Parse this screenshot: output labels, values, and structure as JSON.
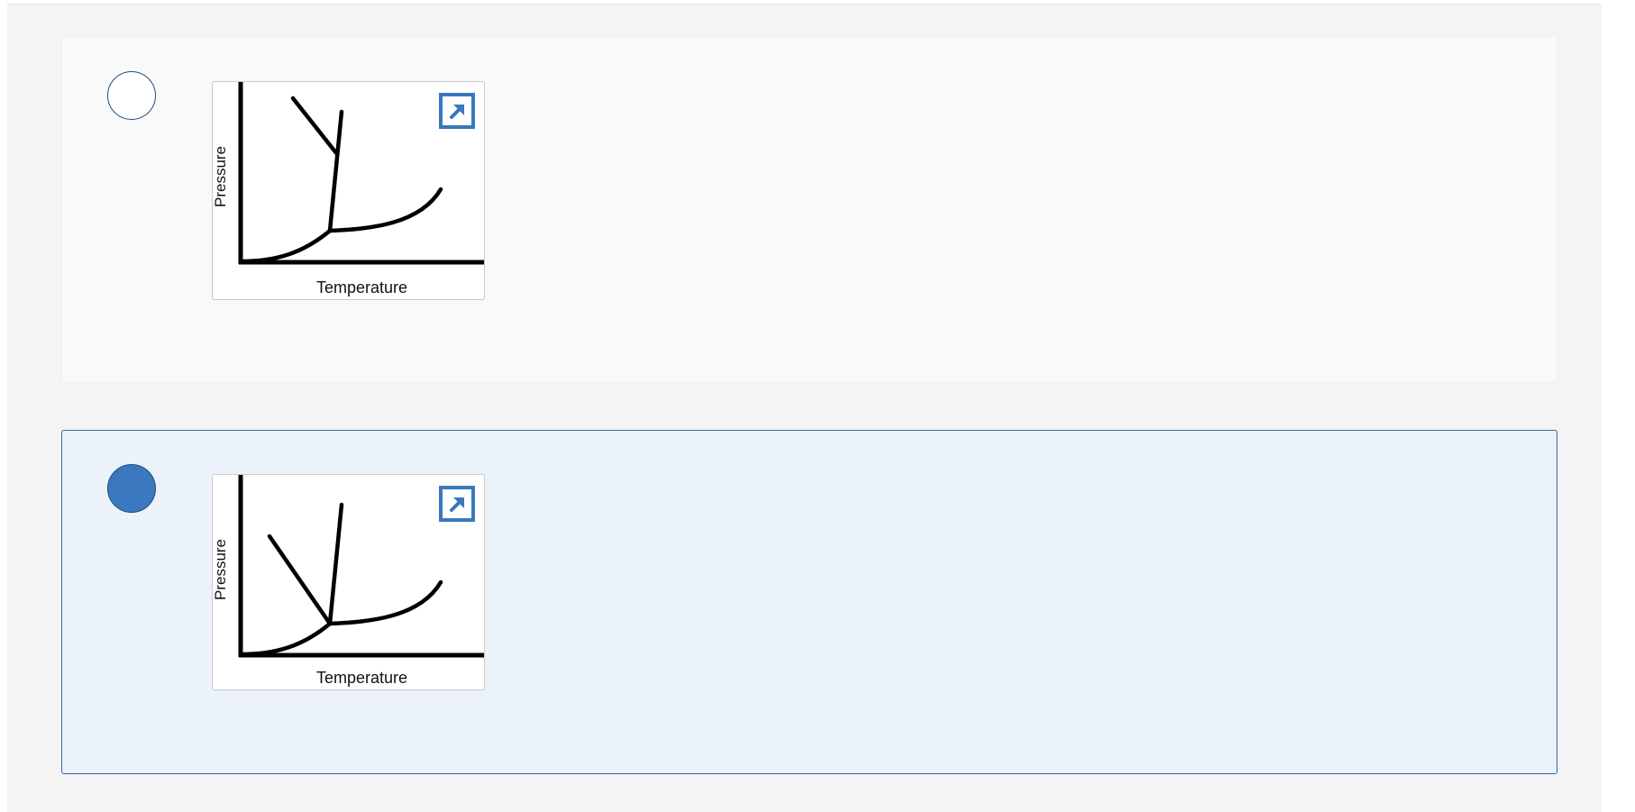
{
  "question": {
    "options": [
      {
        "id": "a",
        "selected": false,
        "diagram": {
          "xlabel": "Temperature",
          "ylabel": "Pressure",
          "expand_icon": "expand-arrow-icon"
        }
      },
      {
        "id": "b",
        "selected": true,
        "diagram": {
          "xlabel": "Temperature",
          "ylabel": "Pressure",
          "expand_icon": "expand-arrow-icon"
        }
      }
    ]
  },
  "colors": {
    "accent": "#3b78bf",
    "selected_card_bg": "#ebf2fa",
    "selected_card_border": "#2f6aa6",
    "card_bg": "#f9f9f9",
    "page_bg": "#f4f4f4"
  }
}
